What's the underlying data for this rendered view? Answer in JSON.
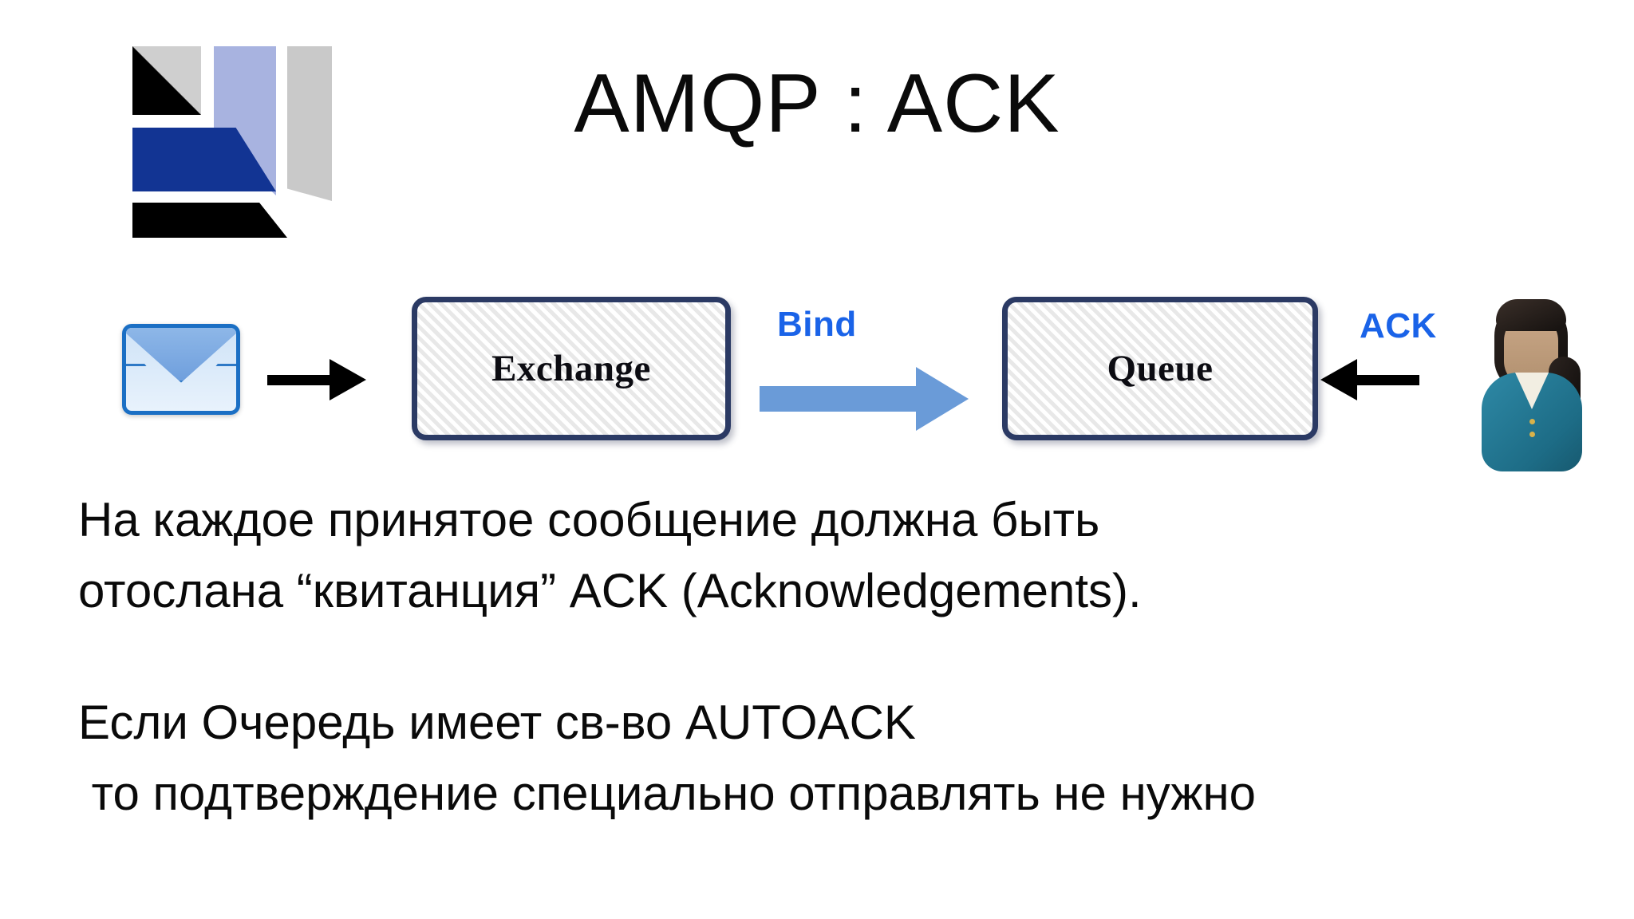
{
  "slide": {
    "title": "AMQP : ACK",
    "background_color": "#ffffff",
    "logo": {
      "name": "company-logo",
      "colors": {
        "black": "#000000",
        "gray": "#c9c9c9",
        "lavender": "#a8b3e0",
        "blue": "#123493"
      }
    },
    "diagram": {
      "envelope": {
        "icon": "envelope-icon",
        "label": ""
      },
      "arrow_in": {
        "icon": "black-arrow-right-icon",
        "label": ""
      },
      "exchange_box": {
        "label": "Exchange"
      },
      "bind_arrow": {
        "icon": "blue-arrow-right-icon",
        "label": "Bind",
        "color": "#1a63e8"
      },
      "queue_box": {
        "label": "Queue"
      },
      "ack_arrow": {
        "icon": "black-arrow-left-icon",
        "label": "ACK",
        "color": "#1a63e8"
      },
      "consumer": {
        "icon": "person-icon",
        "label": ""
      }
    },
    "body": {
      "paragraph_1": "На каждое принятое сообщение должна быть\nотослана “квитанция” ACK (Acknowledgements).",
      "paragraph_2": "Если Очередь имеет св-во AUTOACK\n то подтверждение специально отправлять не нужно"
    }
  }
}
